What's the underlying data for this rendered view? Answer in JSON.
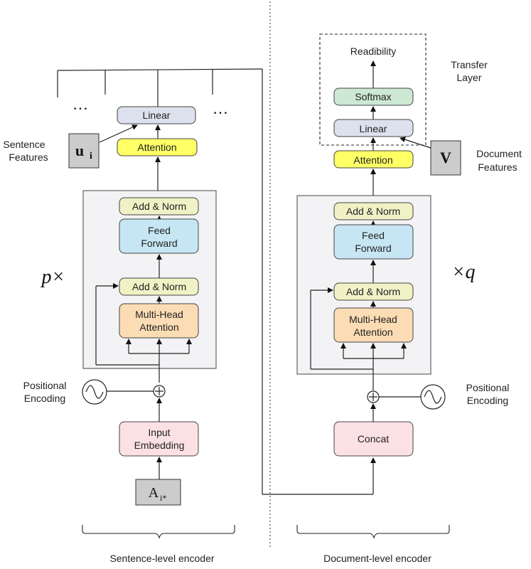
{
  "left": {
    "linear": "Linear",
    "attention": "Attention",
    "add_norm_top": "Add & Norm",
    "feed_forward": [
      "Feed",
      "Forward"
    ],
    "add_norm_bottom": "Add & Norm",
    "multi_head": [
      "Multi-Head",
      "Attention"
    ],
    "input_embedding": [
      "Input",
      "Embedding"
    ],
    "input_symbol": "A",
    "input_subscript": "i*",
    "feature_symbol": "u",
    "feature_subscript": "i",
    "feature_label": [
      "Sentence",
      "Features"
    ],
    "positional_label": [
      "Positional",
      "Encoding"
    ],
    "repeat": "p×",
    "ellipsis_left": "…",
    "ellipsis_right": "…",
    "caption": "Sentence-level encoder"
  },
  "right": {
    "readability": "Readibility",
    "softmax": "Softmax",
    "linear": "Linear",
    "attention": "Attention",
    "transfer_label": [
      "Transfer",
      "Layer"
    ],
    "add_norm_top": "Add & Norm",
    "feed_forward": [
      "Feed",
      "Forward"
    ],
    "add_norm_bottom": "Add & Norm",
    "multi_head": [
      "Multi-Head",
      "Attention"
    ],
    "concat": "Concat",
    "feature_symbol": "V",
    "feature_label": [
      "Document",
      "Features"
    ],
    "positional_label": [
      "Positional",
      "Encoding"
    ],
    "repeat": "×q",
    "caption": "Document-level encoder"
  },
  "colors": {
    "linear": "#dde1ee",
    "attention": "#ffff66",
    "add_norm": "#f0f2c6",
    "feed_forward": "#c6e6f4",
    "multi_head": "#fbdcb4",
    "embedding": "#fbe0e4",
    "softmax": "#cde8d3",
    "layer_bg": "#f3f3f5",
    "gray_box": "#cccccc"
  }
}
